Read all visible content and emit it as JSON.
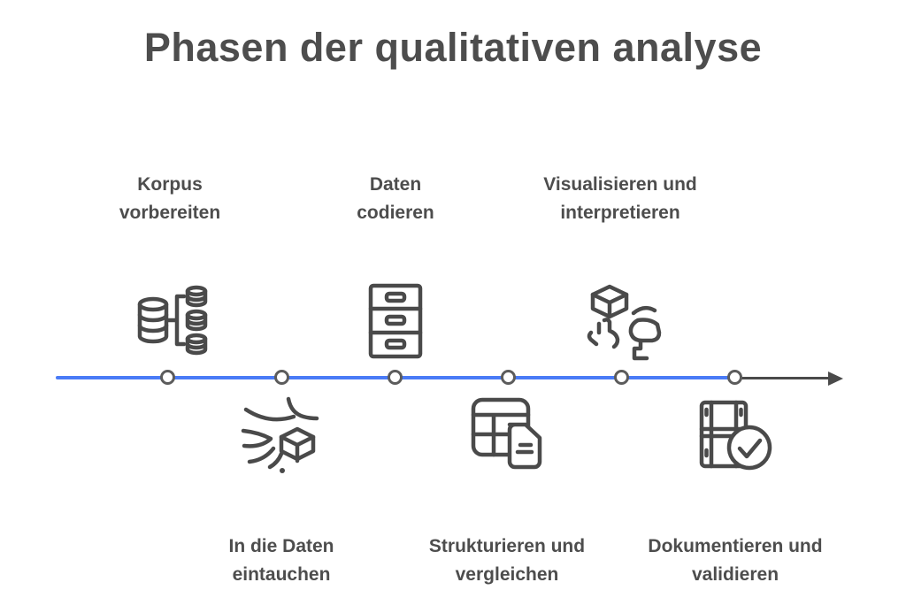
{
  "title": "Phasen der qualitativen analyse",
  "colors": {
    "text": "#4d4d4d",
    "timeline_blue": "#4a7bf6",
    "timeline_gray": "#4a4a4a",
    "node_ring": "#5c5c5c",
    "icon_stroke": "#4a4a4a",
    "background": "#ffffff"
  },
  "timeline": {
    "node_count": 6,
    "direction": "left-to-right",
    "end": "arrowhead-right"
  },
  "phases": [
    {
      "lines": [
        "Korpus",
        "vorbereiten"
      ],
      "position": "above",
      "icon": "databases-split-icon"
    },
    {
      "lines": [
        "In die Daten",
        "eintauchen"
      ],
      "position": "below",
      "icon": "data-streams-cube-icon"
    },
    {
      "lines": [
        "Daten",
        "codieren"
      ],
      "position": "above",
      "icon": "filing-cabinet-icon"
    },
    {
      "lines": [
        "Strukturieren und",
        "vergleichen"
      ],
      "position": "below",
      "icon": "table-document-icon"
    },
    {
      "lines": [
        "Visualisieren und",
        "interpretieren"
      ],
      "position": "above",
      "icon": "cube-hand-person-icon"
    },
    {
      "lines": [
        "Dokumentieren und",
        "validieren"
      ],
      "position": "below",
      "icon": "filmstrip-check-icon"
    }
  ]
}
